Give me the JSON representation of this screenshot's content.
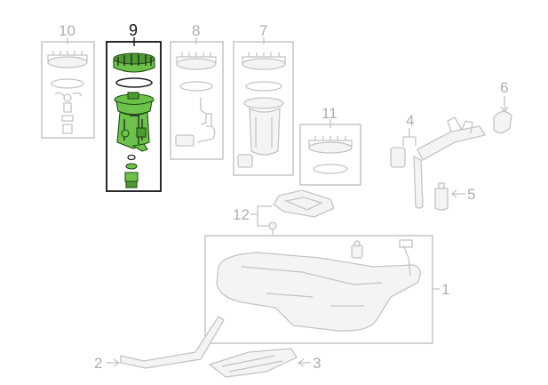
{
  "callouts": {
    "c1": "1",
    "c2": "2",
    "c3": "3",
    "c4": "4",
    "c5": "5",
    "c6": "6",
    "c7": "7",
    "c8": "8",
    "c9": "9",
    "c10": "10",
    "c11": "11",
    "c12": "12"
  },
  "highlight": {
    "part": "9",
    "color": "#6cc24a"
  }
}
